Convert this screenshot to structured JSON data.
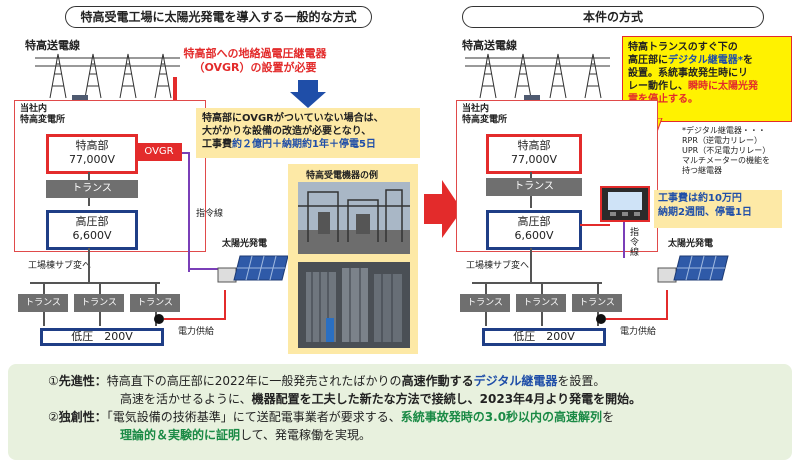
{
  "left": {
    "title": "特高受電工場に太陽光発電を導入する一般的な方式",
    "line_label": "特高送電線",
    "red_note": [
      "特高部への地絡過電圧継電器",
      "（OVGR）の設置が必要"
    ],
    "area_label": [
      "当社内",
      "特高変電所"
    ],
    "hv_box": [
      "特高部",
      "77,000V"
    ],
    "ovgr": "OVGR",
    "trans": "トランス",
    "mv_box": [
      "高圧部",
      "6,600V"
    ],
    "factory_label": "工場棟サブ変へ",
    "sub_trans": [
      "トランス",
      "トランス",
      "トランス"
    ],
    "low_box": "低圧　200V",
    "cmd_line": "指令線",
    "solar_label": "太陽光発電",
    "power_supply": "電力供給",
    "yellow_box": {
      "line1": "特高部にOVGRがついていない場合は、",
      "line2": "大がかりな設備の改造が必要となり、",
      "line3_a": "工事費",
      "line3_b": "約２億円＋納期約1年＋停電5日"
    },
    "example_label": "特高受電機器の例"
  },
  "right": {
    "title": "本件の方式",
    "line_label": "特高送電線",
    "callout": {
      "l1": "特高トランスのすぐ下の",
      "l2a": "高圧部に",
      "l2b": "デジタル継電器*",
      "l2c": "を",
      "l3": "設置。系統事故発生時にリ",
      "l4a": "レー動作し、",
      "l4b": "瞬時に太陽光発",
      "l5": "電を停止する。"
    },
    "footnote": [
      "*デジタル継電器・・・",
      "RPR（逆電力リレー）",
      "UPR（不足電力リレー）",
      "マルチメーターの機能を",
      "持つ継電器"
    ],
    "area_label": [
      "当社内",
      "特高変電所"
    ],
    "hv_box": [
      "特高部",
      "77,000V"
    ],
    "trans": "トランス",
    "mv_box": [
      "高圧部",
      "6,600V"
    ],
    "cost": [
      "工事費は約10万円",
      "納期2週間、停電1日"
    ],
    "cmd_line": [
      "指",
      "令",
      "線"
    ],
    "solar_label": "太陽光発電",
    "factory_label": "工場棟サブ変へ",
    "sub_trans": [
      "トランス",
      "トランス",
      "トランス"
    ],
    "low_box": "低圧　200V",
    "power_supply": "電力供給"
  },
  "bottom": {
    "row1": {
      "num": "①",
      "head": "先進性：",
      "a": "特高直下の高圧部に2022年に一般発売されたばかりの",
      "b": "高速作動する",
      "c": "デジタル継電器",
      "d": "を設置。"
    },
    "row2": {
      "a": "高速を活かせるように、",
      "b": "機器配置を工夫した新たな方法で接続し、2023年4月より発電を開始。"
    },
    "row3": {
      "num": "②",
      "head": "独創性：",
      "a": "「電気設備の技術基準」にて送配電事業者が要求する、",
      "b": "系統事故発時の3.0秒以内の高速解列",
      "c": "を"
    },
    "row4": {
      "a": "理論的＆実験的に証明",
      "b": "して、発電稼働を実現。"
    }
  },
  "colors": {
    "navy": "#1f3e86",
    "red": "#e32b2b",
    "yellow": "#fde9a6",
    "green_bg": "#e8f1de"
  }
}
